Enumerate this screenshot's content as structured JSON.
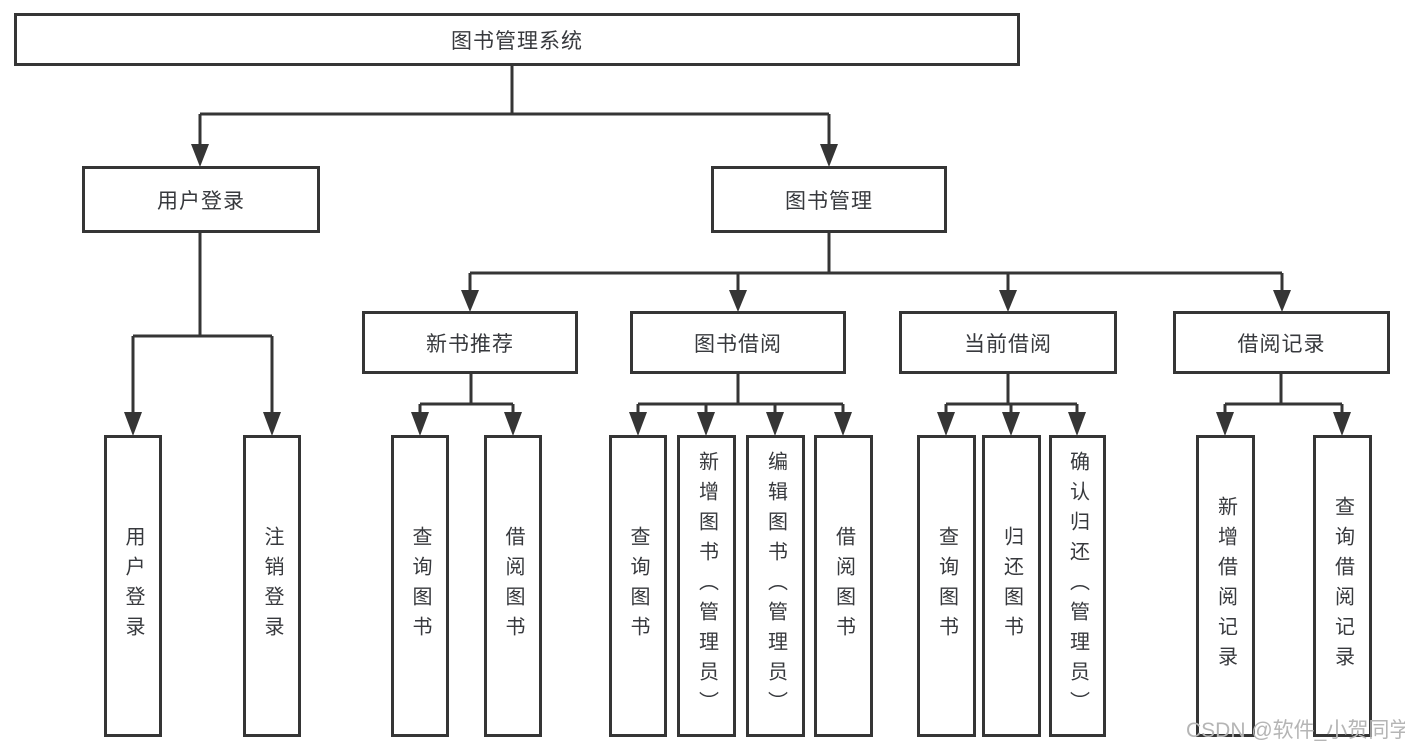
{
  "tree": {
    "root": {
      "label": "图书管理系统",
      "children": [
        {
          "label": "用户登录",
          "children": [
            {
              "label": "用户登录"
            },
            {
              "label": "注销登录"
            }
          ]
        },
        {
          "label": "图书管理",
          "children": [
            {
              "label": "新书推荐",
              "children": [
                {
                  "label": "查询图书"
                },
                {
                  "label": "借阅图书"
                }
              ]
            },
            {
              "label": "图书借阅",
              "children": [
                {
                  "label": "查询图书"
                },
                {
                  "label": "新增图书（管理员）"
                },
                {
                  "label": "编辑图书（管理员）"
                },
                {
                  "label": "借阅图书"
                }
              ]
            },
            {
              "label": "当前借阅",
              "children": [
                {
                  "label": "查询图书"
                },
                {
                  "label": "归还图书"
                },
                {
                  "label": "确认归还（管理员）"
                }
              ]
            },
            {
              "label": "借阅记录",
              "children": [
                {
                  "label": "新增借阅记录"
                },
                {
                  "label": "查询借阅记录"
                }
              ]
            }
          ]
        }
      ]
    }
  },
  "watermark": {
    "text": "CSDN @软件_小贺同学"
  },
  "colors": {
    "line": "#353535",
    "text": "#37393d",
    "background": "#ffffff",
    "watermark": "#b5b5b5"
  }
}
